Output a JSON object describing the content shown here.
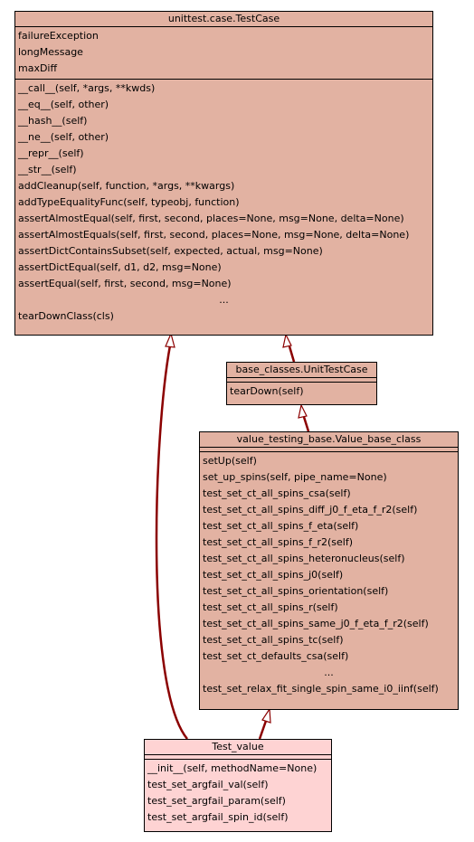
{
  "classes": {
    "testcase": {
      "title": "unittest.case.TestCase",
      "attributes": [
        "failureException",
        "longMessage",
        "maxDiff"
      ],
      "methods": [
        "__call__(self, *args, **kwds)",
        "__eq__(self, other)",
        "__hash__(self)",
        "__ne__(self, other)",
        "__repr__(self)",
        "__str__(self)",
        "addCleanup(self, function, *args, **kwargs)",
        "addTypeEqualityFunc(self, typeobj, function)",
        "assertAlmostEqual(self, first, second, places=None, msg=None, delta=None)",
        "assertAlmostEquals(self, first, second, places=None, msg=None, delta=None)",
        "assertDictContainsSubset(self, expected, actual, msg=None)",
        "assertDictEqual(self, d1, d2, msg=None)",
        "assertEqual(self, first, second, msg=None)",
        "...",
        "tearDownClass(cls)"
      ]
    },
    "unittestcase": {
      "title": "base_classes.UnitTestCase",
      "attributes": [],
      "methods": [
        "tearDown(self)"
      ]
    },
    "valuebase": {
      "title": "value_testing_base.Value_base_class",
      "attributes": [],
      "methods": [
        "setUp(self)",
        "set_up_spins(self, pipe_name=None)",
        "test_set_ct_all_spins_csa(self)",
        "test_set_ct_all_spins_diff_j0_f_eta_f_r2(self)",
        "test_set_ct_all_spins_f_eta(self)",
        "test_set_ct_all_spins_f_r2(self)",
        "test_set_ct_all_spins_heteronucleus(self)",
        "test_set_ct_all_spins_j0(self)",
        "test_set_ct_all_spins_orientation(self)",
        "test_set_ct_all_spins_r(self)",
        "test_set_ct_all_spins_same_j0_f_eta_f_r2(self)",
        "test_set_ct_all_spins_tc(self)",
        "test_set_ct_defaults_csa(self)",
        "...",
        "test_set_relax_fit_single_spin_same_i0_iinf(self)"
      ]
    },
    "testvalue": {
      "title": "Test_value",
      "attributes": [],
      "methods": [
        "__init__(self, methodName=None)",
        "test_set_argfail_val(self)",
        "test_set_argfail_param(self)",
        "test_set_argfail_spin_id(self)"
      ]
    }
  },
  "colors": {
    "class_fill": "#e2b2a2",
    "leaf_fill": "#fed3d3",
    "edge": "#8b0000"
  }
}
